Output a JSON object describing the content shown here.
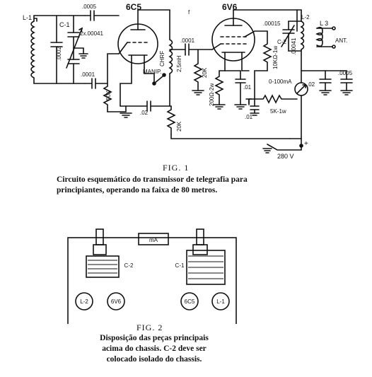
{
  "figure1": {
    "tubes": {
      "v1": "6C5",
      "v2": "6V6"
    },
    "labels": {
      "l1": "L-1",
      "c1": "C-1",
      "c1_value": "2x.00041",
      "c_0005": ".0005",
      "c_0002": ".0002",
      "c_0001_grid": ".0001",
      "r_50k": "50K",
      "c_02": ".02",
      "manip": "MANIP.",
      "c_0001_coupling": ".0001",
      "r_20k_grid": "20K",
      "choke": "CHRF",
      "choke_value": "2,5mH",
      "r_20k_plate": "20K",
      "r_200ohm": "200Ω-2w",
      "c_01a": ".01",
      "c_01b": ".01",
      "r_10k": "10KΩ-1w",
      "meter": "0-100mA",
      "r_5k": "5K-1w",
      "c2_value": ".00015",
      "c2_value_b": ".00041",
      "c2": "C-2",
      "l2": "L-2",
      "l3": "L 3",
      "ant": "ANT.",
      "c_02_out": ".02",
      "c_0005_out": ".0005",
      "b_plus": "+",
      "supply": "280 V",
      "mark_f": "f"
    },
    "title": "FIG. 1",
    "caption": [
      "Circuito esquemático do transmissor de telegrafia para",
      "principiantes, operando na faixa de 80 metros."
    ]
  },
  "figure2": {
    "labels": {
      "ma": "mA",
      "c2": "C-2",
      "c1": "C-1",
      "l2": "L-2",
      "v2": "6V6",
      "v1": "6C5",
      "l1": "L-1"
    },
    "title": "FIG. 2",
    "caption": [
      "Disposição das peças principais",
      "acima do chassis. C-2 deve ser",
      "colocado isolado do chassis."
    ]
  }
}
